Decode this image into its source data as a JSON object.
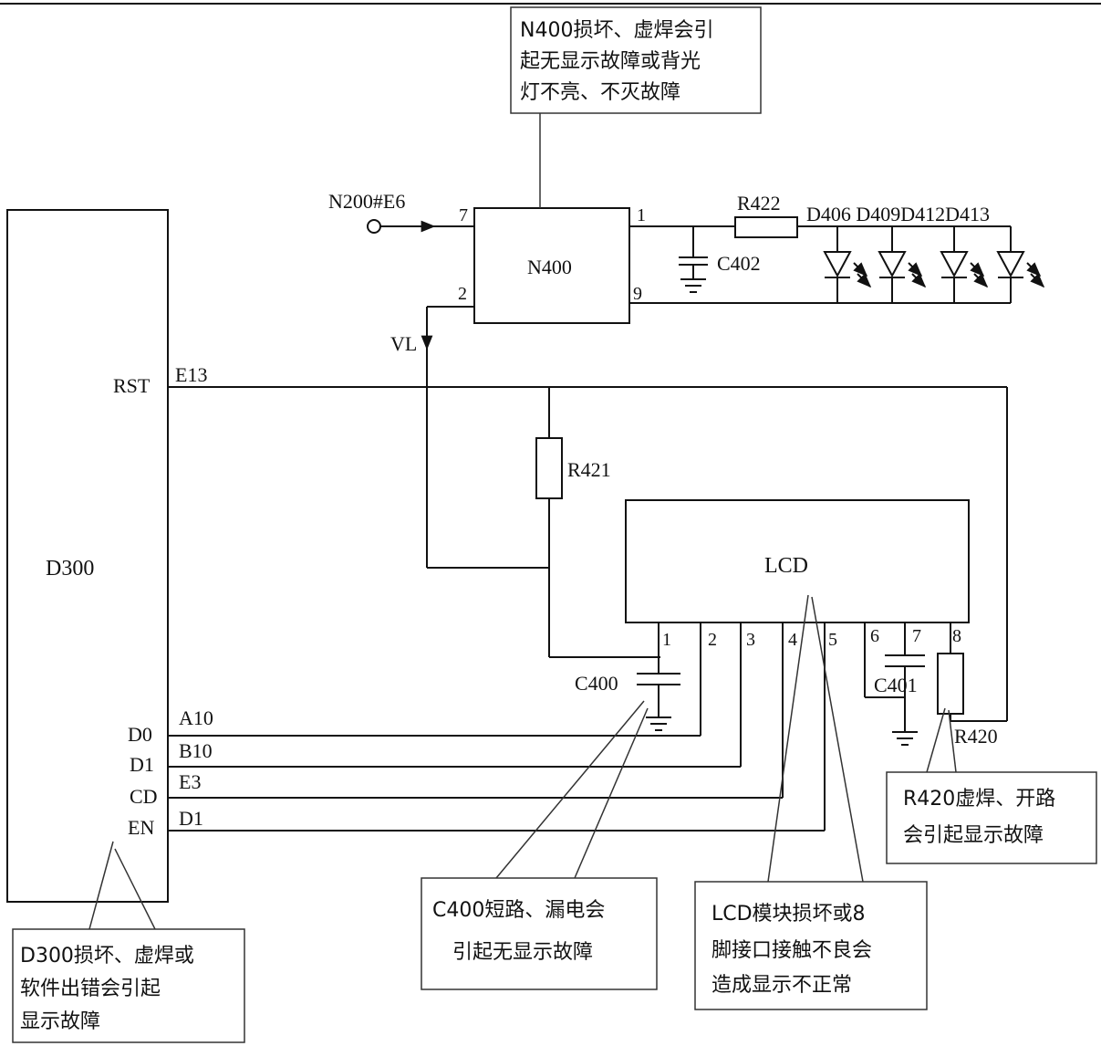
{
  "chips": {
    "d300": "D300",
    "n400": "N400",
    "lcd": "LCD"
  },
  "signals": {
    "input": "N200#E6",
    "vl": "VL"
  },
  "d300_pins": {
    "rst": "RST",
    "d0": "D0",
    "d1": "D1",
    "cd": "CD",
    "en": "EN"
  },
  "d300_ports": {
    "e13": "E13",
    "a10": "A10",
    "b10": "B10",
    "e3": "E3",
    "d1": "D1"
  },
  "n400_pins": [
    "7",
    "1",
    "2",
    "9"
  ],
  "lcd_pins": [
    "1",
    "2",
    "3",
    "4",
    "5",
    "6",
    "7",
    "8"
  ],
  "components": {
    "r422": "R422",
    "r421": "R421",
    "r420": "R420",
    "c402": "C402",
    "c400": "C400",
    "c401": "C401"
  },
  "leds_label": "D406 D409D412D413",
  "notes": {
    "n400": [
      "N400损坏、虚焊会引",
      "起无显示故障或背光",
      "灯不亮、不灭故障"
    ],
    "c400": [
      "C400短路、漏电会",
      "引起无显示故障"
    ],
    "lcd": [
      "LCD模块损坏或8",
      "脚接口接触不良会",
      "造成显示不正常"
    ],
    "r420": [
      "R420虚焊、开路",
      "会引起显示故障"
    ],
    "d300": [
      "D300损坏、虚焊或",
      "软件出错会引起",
      "显示故障"
    ]
  },
  "colors": {
    "line": "#111111",
    "background": "#ffffff"
  }
}
